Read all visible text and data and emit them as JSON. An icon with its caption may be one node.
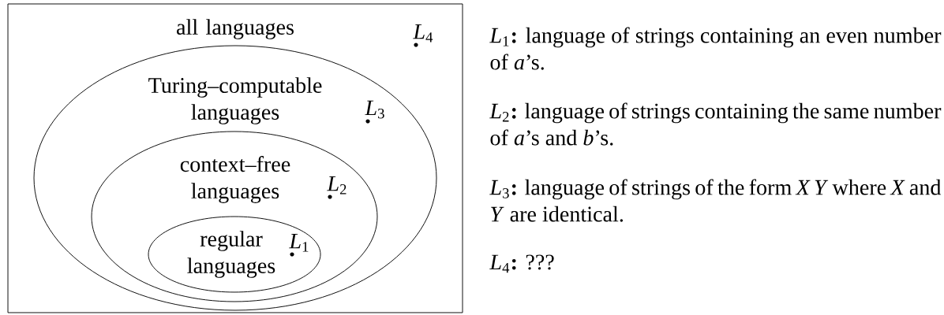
{
  "diagram": {
    "nodes": [
      {
        "text": [
          "all languages"
        ]
      },
      {
        "text": [
          "Turing–computable languages"
        ],
        "in": 0
      },
      {
        "text": [
          "context–free languages"
        ],
        "in": 1
      },
      {
        "text": [
          "regular languages"
        ],
        "in": 2
      }
    ],
    "labels": [
      "*L*$_{4}$",
      "*L*$_{3}$",
      "*L*$_{2}$",
      "*L*$_{1}$",
      "*L*$_{1}$**:** language of strings containing an even number of *a*’s.",
      "*L*$_{2}$**:** language of strings containing the same number of *a*’s and *b*’s.",
      "*L*$_{3}$**:** language of strings of the form *X Y* where *X* and *Y* are identical.",
      "*L*$_{4}$**:** ???"
    ]
  }
}
